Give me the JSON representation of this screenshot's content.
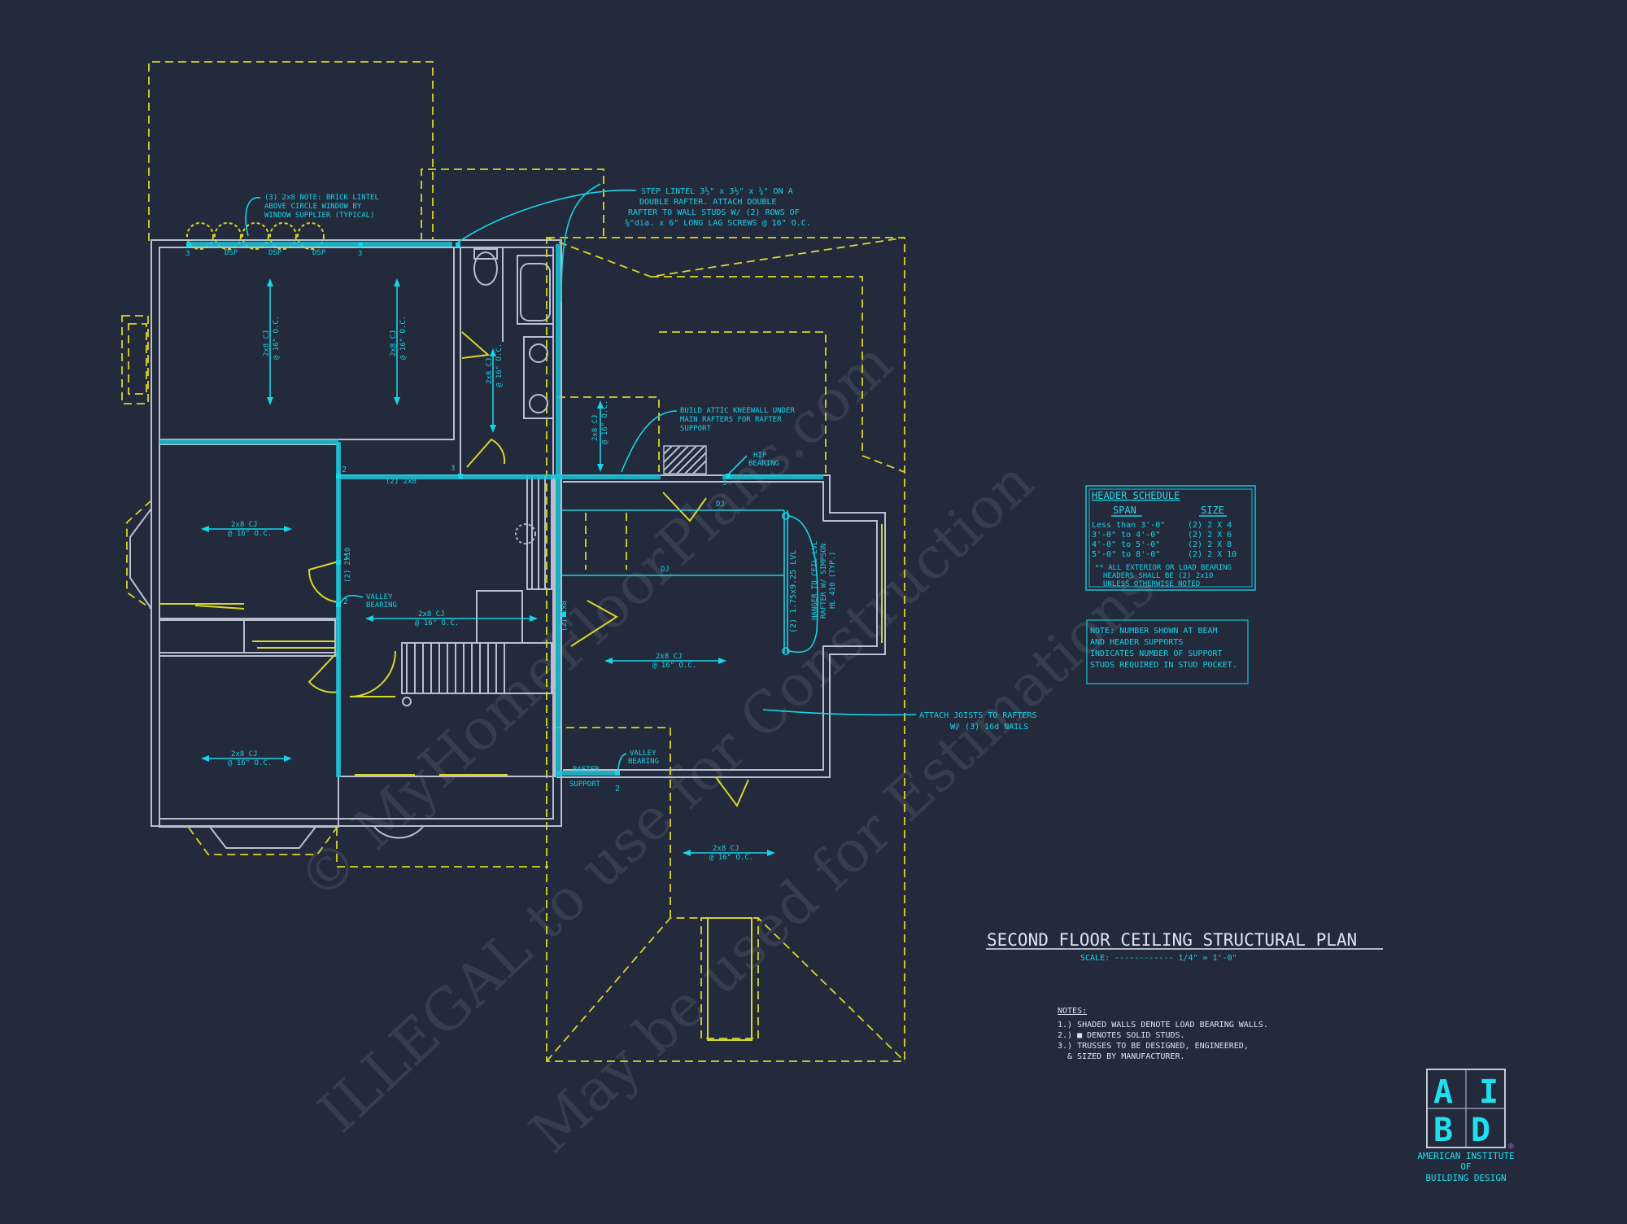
{
  "plan": {
    "title": "SECOND FLOOR CEILING STRUCTURAL PLAN",
    "scale": "SCALE: ------------ 1/4\" = 1'-0\""
  },
  "header_schedule": {
    "title": "HEADER SCHEDULE",
    "col_span": "SPAN",
    "col_size": "SIZE",
    "rows": [
      {
        "span": "Less than 3'-0\"",
        "size": "(2) 2 X 4"
      },
      {
        "span": "3'-0\" to 4'-0\"",
        "size": "(2) 2 X 6"
      },
      {
        "span": "4'-0\" to 5'-0\"",
        "size": "(2) 2 X 8"
      },
      {
        "span": "5'-0\" to 8'-0\"",
        "size": "(2) 2 X 10"
      }
    ],
    "footnote_1": "** ALL EXTERIOR OR LOAD BEARING",
    "footnote_2": "HEADERS SHALL BE (2) 2x10",
    "footnote_3": "UNLESS OTHERWISE NOTED"
  },
  "support_note": {
    "line1": "NOTE: NUMBER SHOWN AT BEAM",
    "line2": "AND HEADER SUPPORTS",
    "line3": "INDICATES NUMBER OF SUPPORT",
    "line4": "STUDS REQUIRED IN STUD POCKET."
  },
  "notes": {
    "title": "NOTES:",
    "n1": "1.) SHADED WALLS DENOTE LOAD BEARING WALLS.",
    "n2": "2.) ■ DENOTES SOLID STUDS.",
    "n3": "3.) TRUSSES TO BE DESIGNED, ENGINEERED,",
    "n3b": "& SIZED BY MANUFACTURER."
  },
  "callouts": {
    "step_lintel_1": "STEP LINTEL 3½\" x 3½\" x ¼\" ON A",
    "step_lintel_2": "DOUBLE RAFTER. ATTACH DOUBLE",
    "step_lintel_3": "RAFTER TO WALL STUDS W/ (2) ROWS OF",
    "step_lintel_4": "⅜\"dia. x 6\" LONG LAG SCREWS @ 16\" O.C.",
    "brick_1": "(3) 2x8 NOTE: BRICK LINTEL",
    "brick_2": "ABOVE CIRCLE WINDOW BY",
    "brick_3": "WINDOW SUPPLIER (TYPICAL)",
    "kneewall_1": "BUILD ATTIC KNEEWALL UNDER",
    "kneewall_2": "MAIN RAFTERS FOR RAFTER",
    "kneewall_3": "SUPPORT",
    "hip_1": "HIP",
    "hip_2": "BEARING",
    "valley_1": "VALLEY",
    "valley_2": "BEARING",
    "valley2_1": "VALLEY",
    "valley2_2": "BEARING",
    "rafter_1": "RAFTER",
    "rafter_2": "SUPPORT",
    "attach_1": "ATTACH JOISTS TO RAFTERS",
    "attach_2": "W/ (3) 16d NAILS",
    "lvl": "(2) 1.75x9.25 LVL",
    "hanger_1": "HANGER TO CEIL LVL",
    "hanger_2": "RAFTER W/ SIMPSON",
    "hanger_3": "HL 410 (TYP.)",
    "dsp": "DSP",
    "dj": "DJ",
    "beam_2x8": "(2) 2x8",
    "beam_2x10": "(2) 2x10"
  },
  "joists": {
    "cj_2x8": "2x8 CJ",
    "oc_16": "@ 16\" O.C."
  },
  "support_counts": {
    "two": "2",
    "three": "3"
  },
  "watermarks": {
    "w1": "© MyHomeFloorPlans.com",
    "w2": "ILLEGAL to use for Construction",
    "w3": "May be used for Estimations"
  },
  "logo": {
    "a": "A",
    "i": "I",
    "b": "B",
    "d": "D",
    "reg": "®",
    "line1": "AMERICAN INSTITUTE",
    "line2": "OF",
    "line3": "BUILDING DESIGN"
  },
  "colors": {
    "background": "#232a3c",
    "walls": "#b9bfd0",
    "cyan": "#19d3e6",
    "yellow": "#d8d628",
    "logo_border": "#c4c8d6"
  }
}
